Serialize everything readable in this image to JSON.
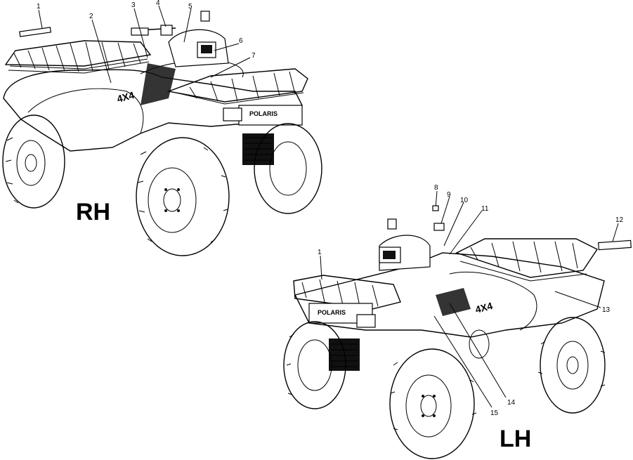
{
  "diagram": {
    "side_labels": {
      "right": "RH",
      "left": "LH"
    },
    "callouts": [
      "1",
      "2",
      "3",
      "4",
      "5",
      "6",
      "7",
      "8",
      "9",
      "10",
      "11",
      "12",
      "13",
      "14",
      "15"
    ],
    "vehicle_decals": {
      "brand": "POLARIS",
      "model": "4X4"
    }
  }
}
